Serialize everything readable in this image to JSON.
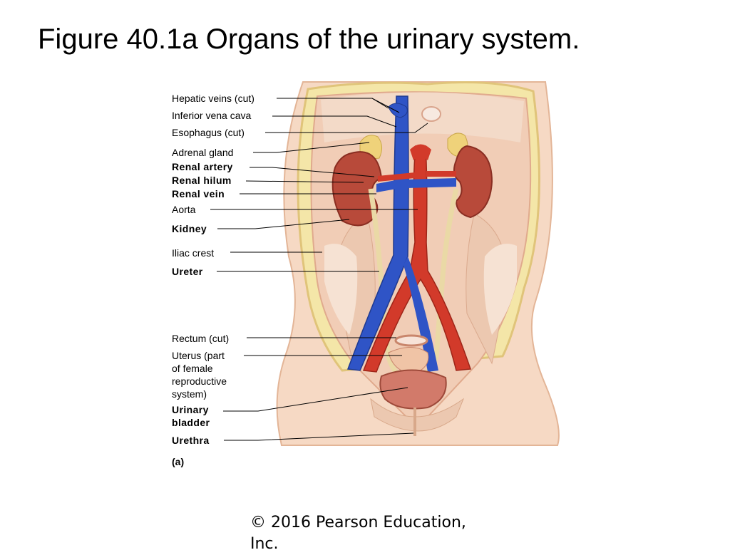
{
  "slide": {
    "title": "Figure 40.1a Organs of the urinary system.",
    "copyright": "© 2016 Pearson Education, Inc.",
    "panel_letter": "(a)"
  },
  "labels": [
    {
      "id": "hepatic-veins",
      "text": "Hepatic veins (cut)",
      "bold": false
    },
    {
      "id": "inferior-vena-cava",
      "text": "Inferior vena cava",
      "bold": false
    },
    {
      "id": "esophagus",
      "text": "Esophagus (cut)",
      "bold": false
    },
    {
      "id": "adrenal-gland",
      "text": "Adrenal gland",
      "bold": false
    },
    {
      "id": "renal-artery",
      "text": "Renal artery",
      "bold": true
    },
    {
      "id": "renal-hilum",
      "text": "Renal hilum",
      "bold": true
    },
    {
      "id": "renal-vein",
      "text": "Renal vein",
      "bold": true
    },
    {
      "id": "aorta",
      "text": "Aorta",
      "bold": false
    },
    {
      "id": "kidney",
      "text": "Kidney",
      "bold": true
    },
    {
      "id": "iliac-crest",
      "text": "Iliac crest",
      "bold": false
    },
    {
      "id": "ureter",
      "text": "Ureter",
      "bold": true
    },
    {
      "id": "rectum",
      "text": "Rectum (cut)",
      "bold": false
    },
    {
      "id": "uterus",
      "text": "Uterus (part\nof female\nreproductive\nsystem)",
      "bold": false
    },
    {
      "id": "urinary-bladder",
      "text": "Urinary\nbladder",
      "bold": true
    },
    {
      "id": "urethra",
      "text": "Urethra",
      "bold": true
    }
  ],
  "colors": {
    "skin": "#f6d9c4",
    "skin_dark": "#e9bea1",
    "muscle": "#ecc8b0",
    "vein": "#2f54c6",
    "artery": "#d23a2a",
    "kidney": "#b84a3a",
    "ureter": "#ead9a6",
    "adrenal": "#efd27a",
    "fat": "#f4e6a8",
    "leader": "#000000"
  }
}
